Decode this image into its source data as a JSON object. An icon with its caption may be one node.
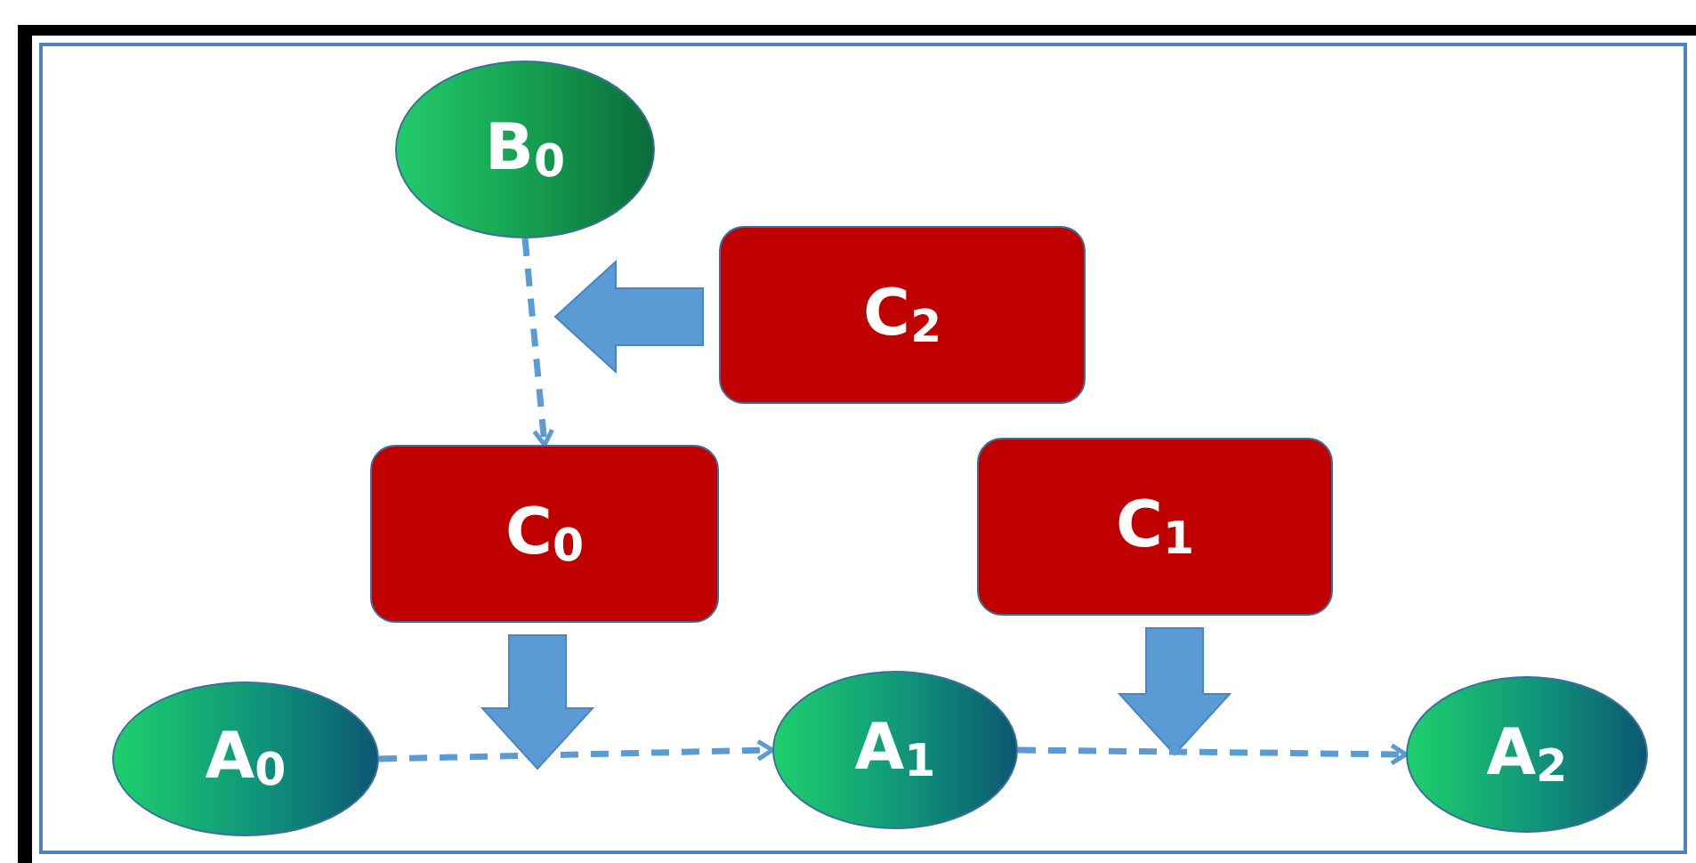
{
  "diagram": {
    "nodes": [
      {
        "text": [
          "B$_{0}$"
        ]
      },
      {
        "text": [
          "C$_{2}$"
        ]
      },
      {
        "text": [
          "C$_{0}$"
        ]
      },
      {
        "text": [
          "C$_{1}$"
        ]
      },
      {
        "text": [
          "A$_{0}$"
        ]
      },
      {
        "text": [
          "A$_{1}$"
        ]
      },
      {
        "text": [
          "A$_{2}$"
        ]
      }
    ],
    "edges": [
      {
        "from": 0,
        "to": 2,
        "arrow": "to",
        "style": "dashed"
      },
      {
        "from": 1,
        "to": null,
        "arrow": "to",
        "style": "thick"
      },
      {
        "from": 2,
        "to": null,
        "arrow": "to",
        "style": "thick"
      },
      {
        "from": 3,
        "to": null,
        "arrow": "to",
        "style": "thick"
      },
      {
        "from": 4,
        "to": 5,
        "arrow": "to",
        "style": "dashed"
      },
      {
        "from": 5,
        "to": 6,
        "arrow": "to",
        "style": "dashed"
      }
    ]
  }
}
